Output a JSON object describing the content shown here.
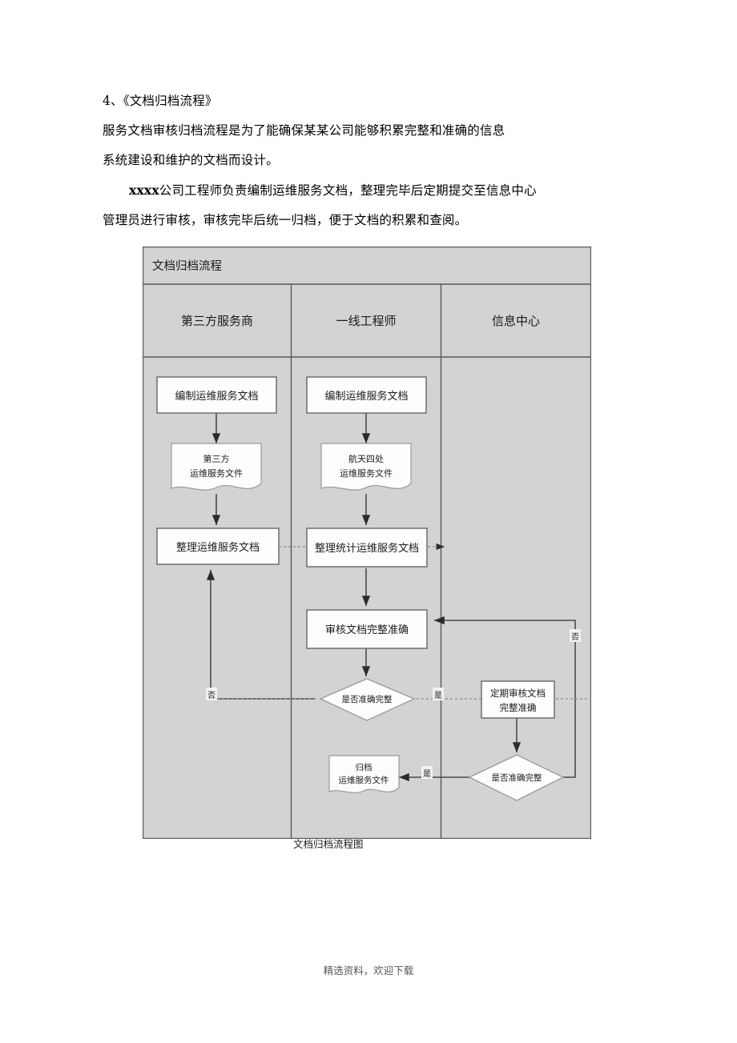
{
  "document": {
    "heading": "4、《文档归档流程》",
    "paragraphs": [
      "    服务文档审核归档流程是为了能确保某某公司能够积累完整和准确的信息",
      "系统建设和维护的文档而设计。",
      "管理员进行审核，审核完毕后统一归档，便于文档的积累和查阅。"
    ],
    "para_xxxx_prefix": "xxxx",
    "para_xxxx_rest": "公司工程师负责编制运维服务文档，整理完毕后定期提交至信息中心",
    "caption": "文档归档流程图",
    "footer": "精选资料，欢迎下载"
  },
  "flowchart": {
    "title": "文档归档流程",
    "lanes": [
      {
        "id": "lane-third-party",
        "label": "第三方服务商"
      },
      {
        "id": "lane-frontline-engineer",
        "label": "一线工程师"
      },
      {
        "id": "lane-information-center",
        "label": "信息中心"
      }
    ],
    "nodes": [
      {
        "id": "n1",
        "shape": "process",
        "lane": 0,
        "label": "编制运维服务文档"
      },
      {
        "id": "n2",
        "shape": "document",
        "lane": 0,
        "line1": "第三方",
        "line2": "运维服务文件"
      },
      {
        "id": "n3",
        "shape": "process",
        "lane": 0,
        "label": "整理运维服务文档"
      },
      {
        "id": "n4",
        "shape": "process",
        "lane": 1,
        "label": "编制运维服务文档"
      },
      {
        "id": "n5",
        "shape": "document",
        "lane": 1,
        "line1": "航天四处",
        "line2": "运维服务文件"
      },
      {
        "id": "n6",
        "shape": "process",
        "lane": 1,
        "label": "整理统计运维服务文档"
      },
      {
        "id": "n7",
        "shape": "process",
        "lane": 1,
        "label": "审核文档完整准确"
      },
      {
        "id": "n8",
        "shape": "decision",
        "lane": 1,
        "label": "是否准确完整"
      },
      {
        "id": "n9",
        "shape": "document",
        "lane": 1,
        "line1": "归档",
        "line2": "运维服务文件"
      },
      {
        "id": "n10",
        "shape": "process",
        "lane": 2,
        "line1": "定期审核文档",
        "line2": "完整准确"
      },
      {
        "id": "n11",
        "shape": "decision",
        "lane": 2,
        "label": "是否准确完整"
      }
    ],
    "edge_labels": {
      "no_left": "否",
      "yes_right": "是",
      "no_right": "否",
      "yes_left": "是"
    },
    "colors": {
      "lane_fill": "#d3d3d3",
      "node_fill": "#fdfdfd",
      "border": "#6e6e6e",
      "line": "#4a4a4a"
    }
  }
}
